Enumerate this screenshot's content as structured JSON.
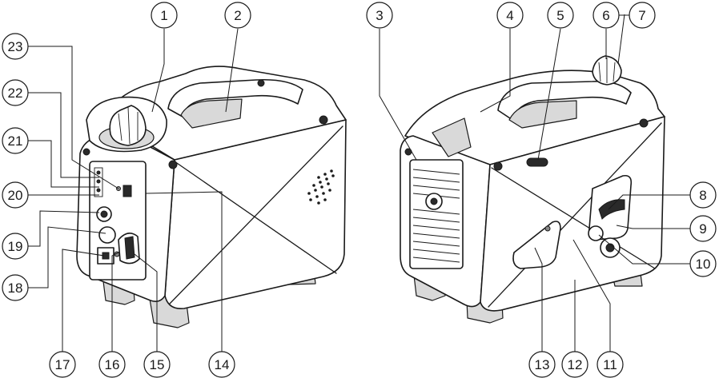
{
  "callouts": [
    {
      "id": "1",
      "label": "1"
    },
    {
      "id": "2",
      "label": "2"
    },
    {
      "id": "3",
      "label": "3"
    },
    {
      "id": "4",
      "label": "4"
    },
    {
      "id": "5",
      "label": "5"
    },
    {
      "id": "6",
      "label": "6"
    },
    {
      "id": "7",
      "label": "7"
    },
    {
      "id": "8",
      "label": "8"
    },
    {
      "id": "9",
      "label": "9"
    },
    {
      "id": "10",
      "label": "10"
    },
    {
      "id": "11",
      "label": "11"
    },
    {
      "id": "12",
      "label": "12"
    },
    {
      "id": "13",
      "label": "13"
    },
    {
      "id": "14",
      "label": "14"
    },
    {
      "id": "15",
      "label": "15"
    },
    {
      "id": "16",
      "label": "16"
    },
    {
      "id": "17",
      "label": "17"
    },
    {
      "id": "18",
      "label": "18"
    },
    {
      "id": "19",
      "label": "19"
    },
    {
      "id": "20",
      "label": "20"
    },
    {
      "id": "21",
      "label": "21"
    },
    {
      "id": "22",
      "label": "22"
    },
    {
      "id": "23",
      "label": "23"
    }
  ],
  "colors": {
    "line": "#1a1a1a",
    "shade": "#d9d9d9",
    "background": "#ffffff"
  }
}
